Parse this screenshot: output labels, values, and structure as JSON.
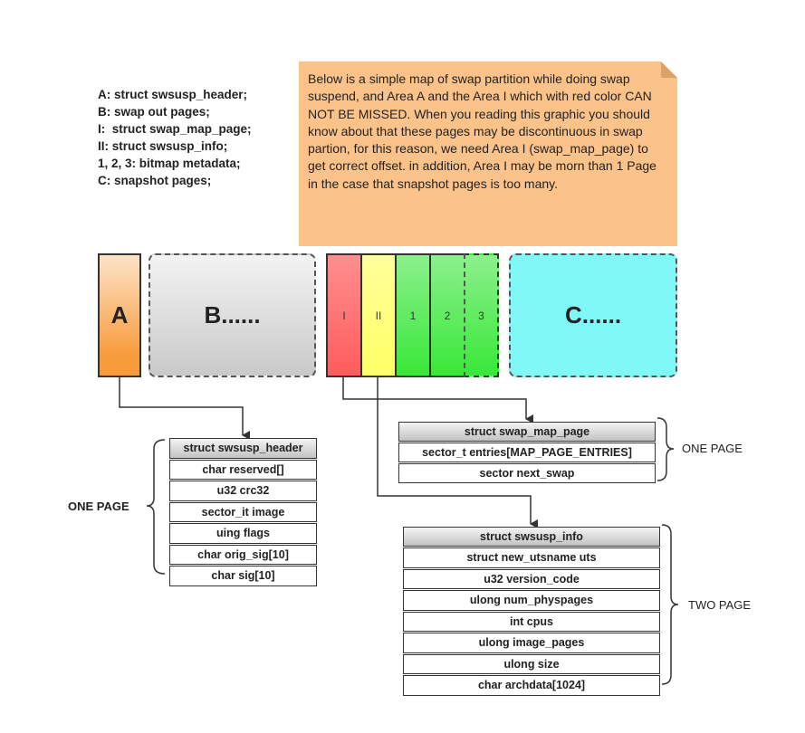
{
  "legend": {
    "lines": [
      "A: struct swsusp_header;",
      "B: swap out pages;",
      "I:  struct swap_map_page;",
      "II: struct swsusp_info;",
      "1, 2, 3: bitmap metadata;",
      "C: snapshot pages;"
    ]
  },
  "note": {
    "text": "Below is a simple map of swap partition while doing swap suspend, and Area A and the Area I which with red color CAN NOT BE MISSED. When you reading this graphic you should know about that these pages may be discontinuous in swap partion, for this reason, we need Area I (swap_map_page) to get correct offset. in addition, Area I may be morn than 1 Page in the case that snapshot pages is too many."
  },
  "blocks": {
    "a": "A",
    "b": "B......",
    "c": "C......",
    "segments": [
      "I",
      "II",
      "1",
      "2",
      "3"
    ]
  },
  "colors": {
    "area_a": "#f79a3a",
    "area_i": "#ff5c5c",
    "area_ii": "#ffff66",
    "bitmap": "#38e838",
    "area_c": "#80f8f8",
    "note_bg": "#fbc389"
  },
  "tables": {
    "swsusp_header": {
      "title": "struct swsusp_header",
      "rows": [
        "char reserved[]",
        "u32 crc32",
        "sector_it image",
        "uing flags",
        "char orig_sig[10]",
        "char sig[10]"
      ],
      "size_label": "ONE PAGE"
    },
    "swap_map_page": {
      "title": "struct swap_map_page",
      "rows": [
        "sector_t entries[MAP_PAGE_ENTRIES]",
        "sector next_swap"
      ],
      "size_label": "ONE PAGE"
    },
    "swsusp_info": {
      "title": "struct swsusp_info",
      "rows": [
        "struct new_utsname uts",
        "u32 version_code",
        "ulong num_physpages",
        "int cpus",
        "ulong image_pages",
        "ulong size",
        "char archdata[1024]"
      ],
      "size_label": "TWO PAGE"
    }
  }
}
